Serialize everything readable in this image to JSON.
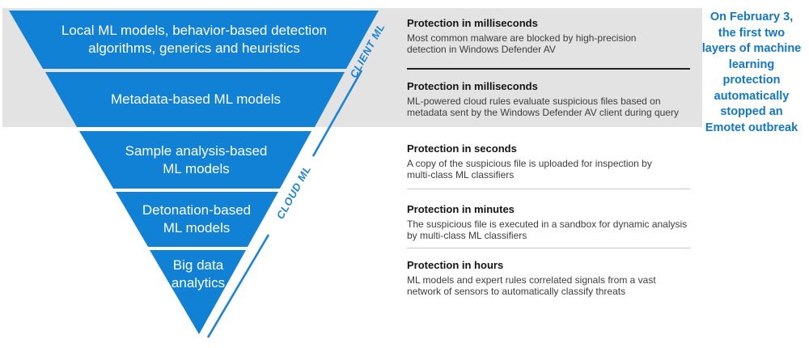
{
  "colors": {
    "funnel-blue": "#1181d6",
    "edge-blue": "#1b84d8",
    "band-gray": "#e3e3e3",
    "callout-blue": "#1277c8",
    "heading-dark": "#141414",
    "body-gray": "#3e3e3e",
    "divider-dark": "#242424",
    "divider-light": "#c9c9c9"
  },
  "funnel": {
    "layers": [
      {
        "label": "Local ML models, behavior-based detection\nalgorithms, generics and heuristics"
      },
      {
        "label": "Metadata-based ML models"
      },
      {
        "label": "Sample analysis-based\nML models"
      },
      {
        "label": "Detonation-based\nML models"
      },
      {
        "label": "Big data\nanalytics"
      }
    ],
    "edge_labels": {
      "client": "CLIENT ML",
      "cloud": "CLOUD ML"
    }
  },
  "details": [
    {
      "heading": "Protection in milliseconds",
      "body": "Most common malware are blocked by high-precision\ndetection in Windows Defender AV"
    },
    {
      "heading": "Protection in milliseconds",
      "body": "ML-powered cloud rules evaluate suspicious files based on\nmetadata sent by the Windows Defender AV client during query"
    },
    {
      "heading": "Protection in seconds",
      "body": "A copy of the suspicious file is uploaded for inspection by\nmulti-class ML classifiers"
    },
    {
      "heading": "Protection in minutes",
      "body": "The suspicious file is executed in a sandbox for dynamic analysis\nby multi-class ML classifiers"
    },
    {
      "heading": "Protection in hours",
      "body": "ML models and expert rules correlated signals from a vast\nnetwork of sensors to automatically classify threats"
    }
  ],
  "callout": {
    "text": "On February 3,\nthe first two\nlayers of machine\nlearning\nprotection\nautomatically\nstopped an\nEmotet outbreak"
  }
}
